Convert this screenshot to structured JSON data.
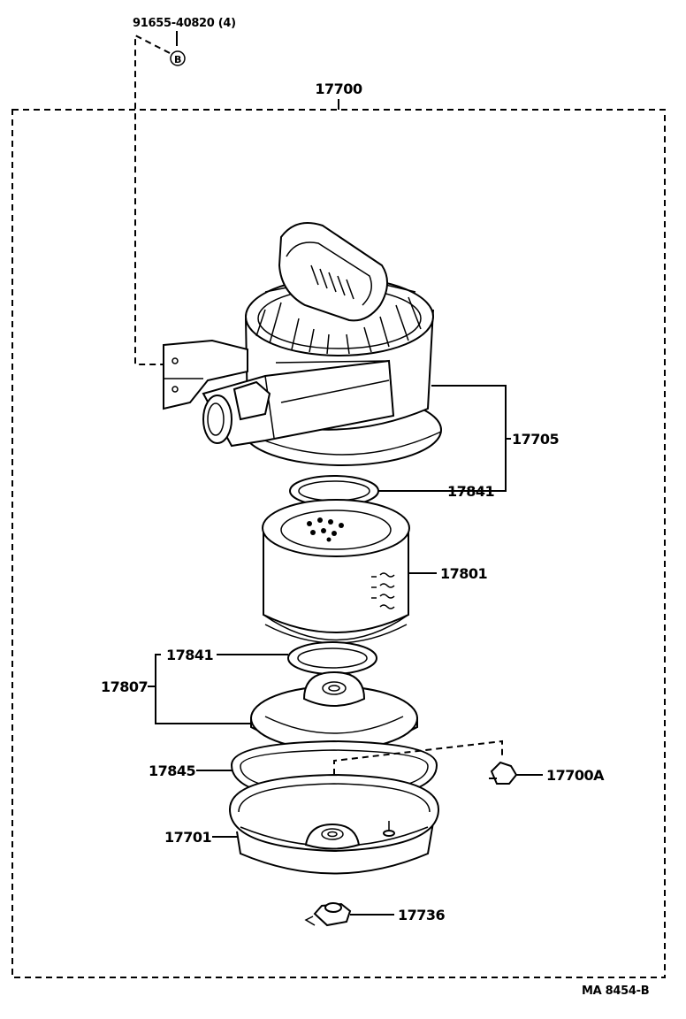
{
  "labels": {
    "bolt": "91655-40820 (4)",
    "bolt_marker": "B",
    "assembly": "17700",
    "cap_sub_assy": "17705",
    "gasket_upper": "17841",
    "element": "17801",
    "gasket_lower": "17841",
    "plate_sub_assy": "17807",
    "gasket_case": "17845",
    "clamp": "17700A",
    "case": "17701",
    "wing_nut": "17736",
    "figure_code": "MA  8454-B"
  }
}
